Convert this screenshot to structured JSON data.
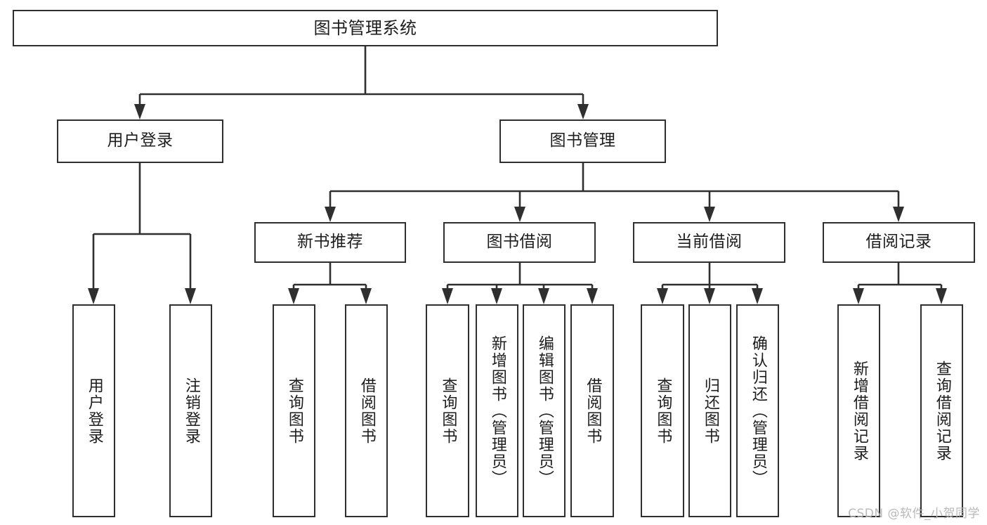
{
  "diagram": {
    "title": "图书管理系统",
    "type": "tree",
    "watermark": "CSDN @软件_小贺同学",
    "colors": {
      "border": "#2f2f2f",
      "text": "#1d1d1d",
      "background": "#ffffff",
      "connector": "#2f2f2f",
      "watermark": "#b9b9b9"
    },
    "nodes": {
      "root": {
        "label": "图书管理系统"
      },
      "level2": [
        {
          "id": "user-login",
          "label": "用户登录"
        },
        {
          "id": "book-manage",
          "label": "图书管理"
        }
      ],
      "level3": [
        {
          "id": "new-book-rec",
          "label": "新书推荐"
        },
        {
          "id": "book-borrow",
          "label": "图书借阅"
        },
        {
          "id": "current-borrow",
          "label": "当前借阅"
        },
        {
          "id": "borrow-record",
          "label": "借阅记录"
        }
      ],
      "leaves": {
        "user-login": [
          {
            "id": "leaf-user-login",
            "label": "用户登录"
          },
          {
            "id": "leaf-logout",
            "label": "注销登录"
          }
        ],
        "new-book-rec": [
          {
            "id": "leaf-query-book-1",
            "label": "查询图书"
          },
          {
            "id": "leaf-borrow-book-1",
            "label": "借阅图书"
          }
        ],
        "book-borrow": [
          {
            "id": "leaf-query-book-2",
            "label": "查询图书"
          },
          {
            "id": "leaf-add-book",
            "label": "新增图书（管理员）"
          },
          {
            "id": "leaf-edit-book",
            "label": "编辑图书（管理员）"
          },
          {
            "id": "leaf-borrow-book-2",
            "label": "借阅图书"
          }
        ],
        "current-borrow": [
          {
            "id": "leaf-query-book-3",
            "label": "查询图书"
          },
          {
            "id": "leaf-return-book",
            "label": "归还图书"
          },
          {
            "id": "leaf-confirm-return",
            "label": "确认归还（管理员）"
          }
        ],
        "borrow-record": [
          {
            "id": "leaf-add-record",
            "label": "新增借阅记录"
          },
          {
            "id": "leaf-query-record",
            "label": "查询借阅记录"
          }
        ]
      }
    }
  }
}
